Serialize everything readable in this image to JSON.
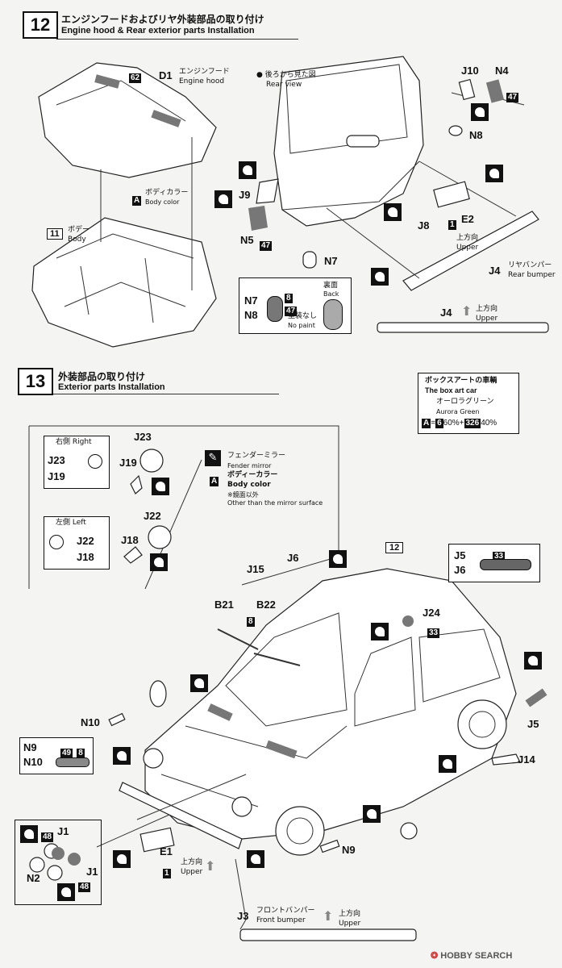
{
  "step12": {
    "number": "12",
    "title_jp": "エンジンフードおよびリヤ外装部品の取り付け",
    "title_en": "Engine hood & Rear exterior parts  Installation",
    "hood": {
      "part": "D1",
      "jp": "エンジンフード",
      "en": "Engine hood",
      "color_badge": "62"
    },
    "body_color": {
      "marker": "A",
      "jp": "ボディカラー",
      "en": "Body color"
    },
    "body": {
      "ref": "11",
      "jp": "ボデー",
      "en": "Body"
    },
    "rear_view": {
      "jp": "後ろから見た図",
      "en": "Rear view"
    },
    "parts": {
      "J10": "J10",
      "N4": "N4",
      "N4_badge": "47",
      "N8": "N8",
      "J9": "J9",
      "N5": "N5",
      "N5_badge": "47",
      "J8": "J8",
      "E2": "E2",
      "E2_badge": "1",
      "N7": "N7",
      "J4": "J4"
    },
    "upper_jp": "上方向",
    "upper_en": "Upper",
    "rear_bumper": {
      "jp": "リヤバンパー",
      "en": "Rear bumper"
    },
    "inset": {
      "n7": "N7",
      "n8": "N8",
      "badge8": "8",
      "badge47": "47",
      "back_jp": "裏面",
      "back_en": "Back",
      "nopaint_jp": "塗装なし",
      "nopaint_en": "No paint"
    }
  },
  "step13": {
    "number": "13",
    "title_jp": "外装部品の取り付け",
    "title_en": "Exterior parts  Installation",
    "right": {
      "jp": "右側",
      "en": "Right",
      "a": "J23",
      "b": "J19"
    },
    "left": {
      "jp": "左側",
      "en": "Left",
      "a": "J22",
      "b": "J18"
    },
    "mirror": {
      "jp": "フェンダーミラー",
      "en": "Fender mirror",
      "marker": "A",
      "color_jp": "ボディーカラー",
      "color_en": "Body color",
      "except_jp": "※鏡面以外",
      "except_en": "Other than the mirror surface"
    },
    "parts": {
      "J23": "J23",
      "J19": "J19",
      "J22": "J22",
      "J18": "J18",
      "J15": "J15",
      "J6": "J6",
      "ref12": "12",
      "B21": "B21",
      "B22": "B22",
      "badge8": "8",
      "J24": "J24",
      "J24_badge": "33",
      "J5": "J5",
      "J14": "J14",
      "N10": "N10",
      "N9": "N9",
      "E1": "E1",
      "E1_badge": "1",
      "J1": "J1",
      "N2": "N2",
      "J1b": "J1",
      "J1_badge": "48",
      "J1b_badge": "48"
    },
    "n9n10": {
      "a": "N9",
      "b": "N10",
      "badge49": "49",
      "badge8": "8"
    },
    "j5j6": {
      "a": "J5",
      "b": "J6",
      "badge": "33"
    },
    "upper_jp": "上方向",
    "upper_en": "Upper",
    "front_bumper": {
      "part": "J3",
      "jp": "フロントバンパー",
      "en": "Front bumper"
    }
  },
  "boxart": {
    "title_jp": "ボックスアートの車輌",
    "title_en": "The box art car",
    "name_jp": "オーロラグリーン",
    "name_en": "Aurora Green",
    "marker": "A",
    "mix_a": "6",
    "mix_a_pct": "60%",
    "mix_b": "326",
    "mix_b_pct": "40%"
  },
  "watermark": {
    "brand": "HOBBY SEARCH"
  }
}
